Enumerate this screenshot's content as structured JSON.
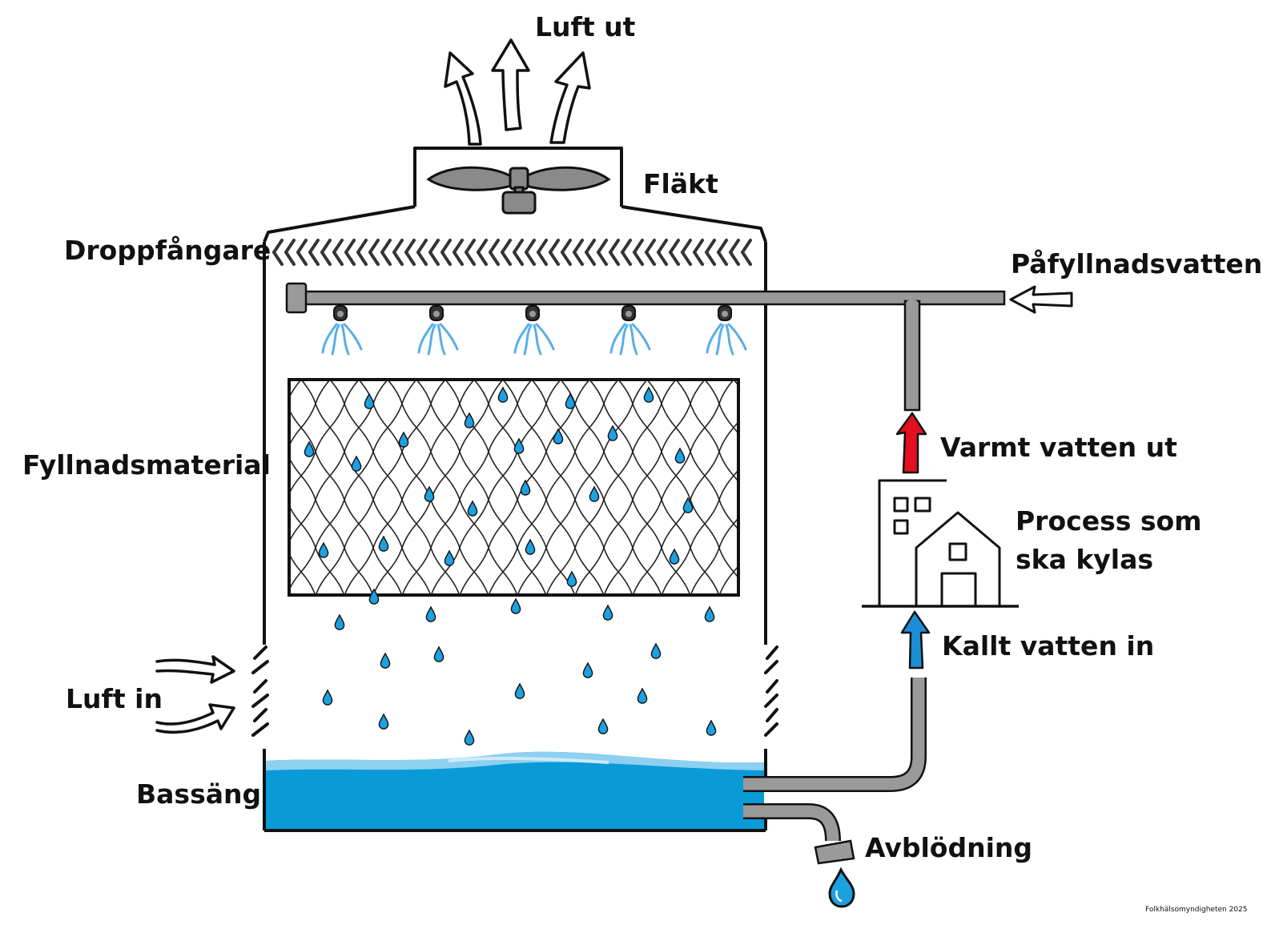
{
  "labels": {
    "luft_ut": "Luft ut",
    "flakt": "Fläkt",
    "droppfangare": "Droppfångare",
    "pafyllnadsvatten": "Påfyllnadsvatten",
    "fyllnadsmaterial": "Fyllnadsmaterial",
    "varmt_vatten_ut": "Varmt vatten ut",
    "process_line1": "Process som",
    "process_line2": "ska kylas",
    "kallt_vatten_in": "Kallt vatten in",
    "luft_in": "Luft in",
    "bassang": "Bassäng",
    "avblodning": "Avblödning",
    "credit": "Folkhälsomyndigheten 2025"
  },
  "colors": {
    "outline": "#111111",
    "pipe": "#9a9a9a",
    "water": "#0a9ad8",
    "spray": "#5aaee6",
    "hot_arrow": "#e3101f",
    "cold_arrow": "#1a8fd6",
    "fan": "#8a8a8a"
  },
  "icons": {
    "fan": "fan-icon",
    "building": "building-icon",
    "tap": "tap-icon"
  }
}
